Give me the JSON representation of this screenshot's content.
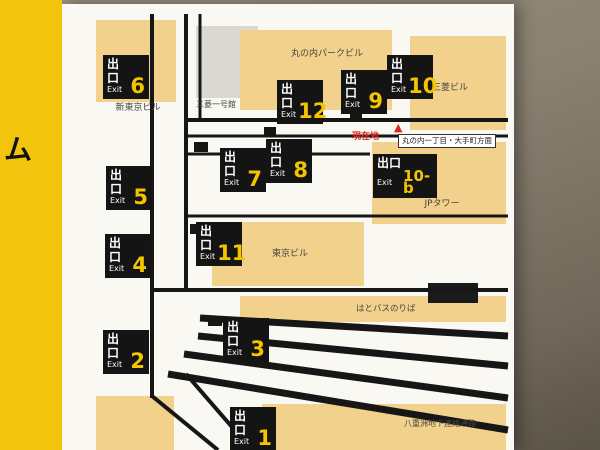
{
  "strip": {
    "letter": "ム"
  },
  "labels": {
    "exit_jp": "出口",
    "exit_en": "Exit"
  },
  "exits": [
    "6",
    "12",
    "9",
    "10",
    "7",
    "8",
    "10-b",
    "5",
    "11",
    "4",
    "3",
    "2",
    "1"
  ],
  "buildings": {
    "marunouchi_park": "丸の内パークビル",
    "mitsubishi": "三菱ビル",
    "shin_tokyo": "新東京ビル",
    "ichigokan": "三菱一号館",
    "jp_tower": "JPタワー",
    "tokyo_bldg": "東京ビル",
    "hato_bus": "はとバスのりば",
    "yaesu": "八重洲地下連絡通路"
  },
  "marker": {
    "current": "現在地",
    "glyph": "▲",
    "direction": "丸の内一丁目・大手町方面"
  },
  "colors": {
    "strip_yellow": "#f2c40e",
    "badge_yellow": "#f5c400",
    "building_tan": "#f2d18c",
    "panel_white": "#f9f8f3",
    "marker_red": "#d9251d",
    "road_black": "#161616"
  }
}
